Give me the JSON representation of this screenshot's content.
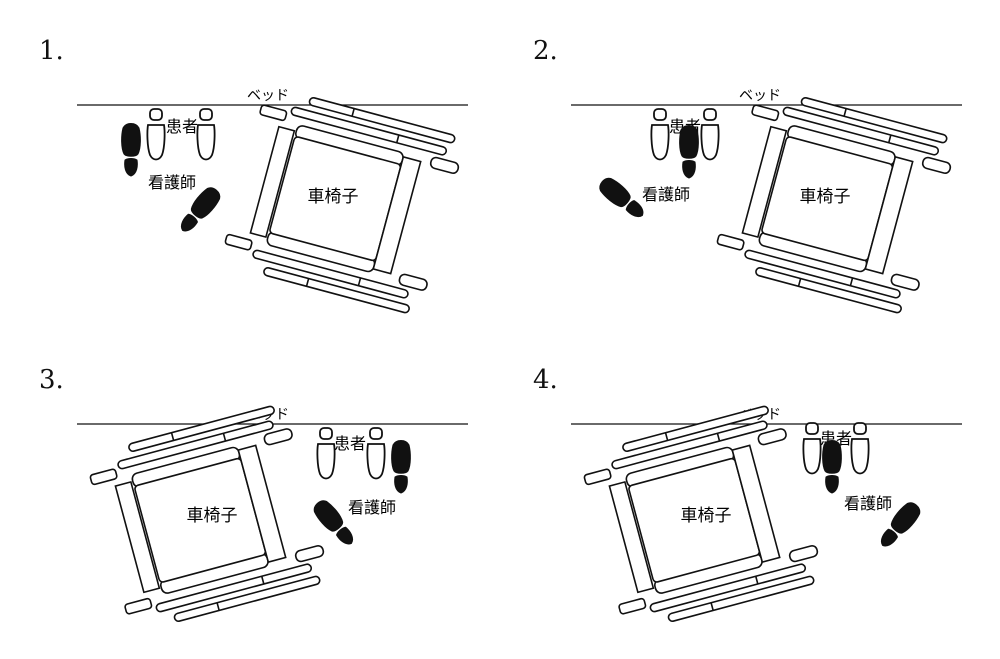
{
  "panels": [
    {
      "number": "1.",
      "bed": "ベッド",
      "wheelchair": "車椅子",
      "patient": "患者",
      "nurse": "看護師"
    },
    {
      "number": "2.",
      "bed": "ベッド",
      "wheelchair": "車椅子",
      "patient": "患者",
      "nurse": "看護師"
    },
    {
      "number": "3.",
      "bed": "ベッド",
      "wheelchair": "車椅子",
      "patient": "患者",
      "nurse": "看護師"
    },
    {
      "number": "4.",
      "bed": "ベッド",
      "wheelchair": "車椅子",
      "patient": "患者",
      "nurse": "看護師"
    }
  ]
}
